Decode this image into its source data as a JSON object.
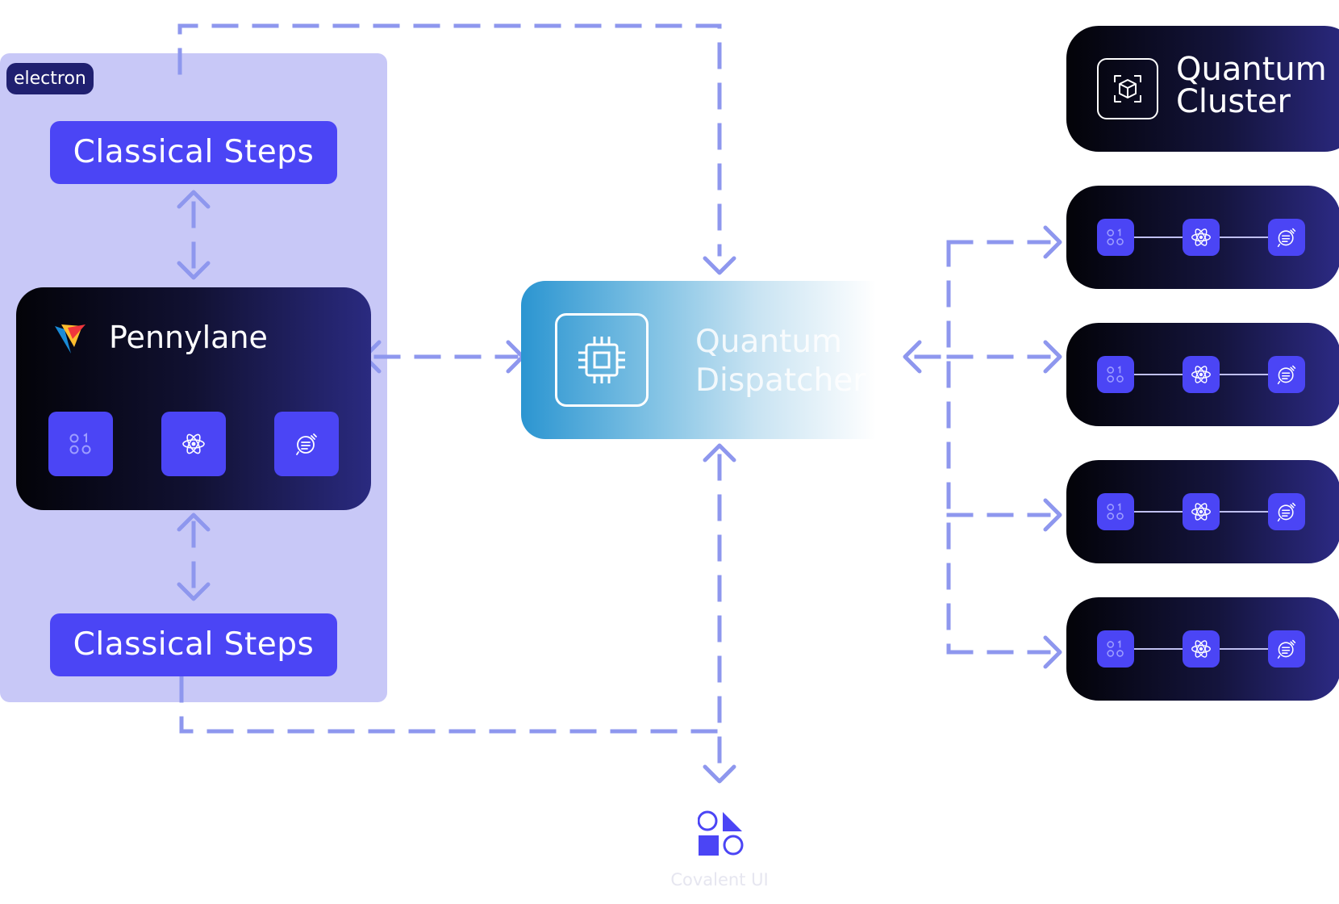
{
  "electron": {
    "tag": "electron"
  },
  "classical_steps": {
    "top_label": "Classical Steps",
    "bottom_label": "Classical Steps"
  },
  "pennylane": {
    "title": "Pennylane",
    "icons": [
      "binary-icon",
      "atom-icon",
      "measure-icon"
    ]
  },
  "dispatcher": {
    "line1": "Quantum",
    "line2": "Dispatcher",
    "icon": "cpu-chip-icon"
  },
  "quantum_cluster": {
    "line1": "Quantum",
    "line2": "Cluster",
    "icon": "cube-scan-icon",
    "node_icons": [
      "binary-icon",
      "atom-icon",
      "measure-icon"
    ],
    "node_count": 4
  },
  "covalent": {
    "label": "Covalent UI",
    "icon": "covalent-logo"
  },
  "colors": {
    "accent": "#4b45f5",
    "panel": "#c8c8f7",
    "dashed": "#8e97ee",
    "dark": "#030308",
    "navy": "#2c2a84",
    "dispatcher_blue": "#2b95d1"
  }
}
